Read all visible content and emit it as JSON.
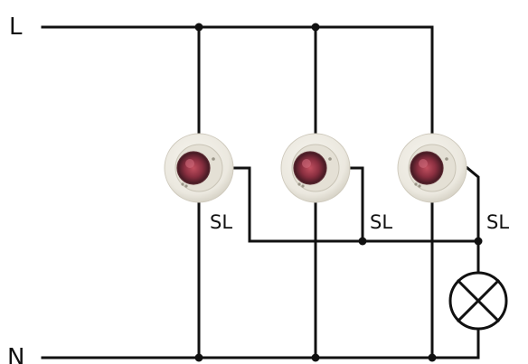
{
  "labels": {
    "live": "L",
    "neutral": "N",
    "switched_live": [
      "SL",
      "SL",
      "SL"
    ]
  },
  "sensors": [
    {
      "id": "sensor-1"
    },
    {
      "id": "sensor-2"
    },
    {
      "id": "sensor-3"
    }
  ],
  "colors": {
    "wire": "#111111",
    "sensor_body": "#ece9e1",
    "sensor_lens": "#8a2f40",
    "background": "#ffffff"
  }
}
